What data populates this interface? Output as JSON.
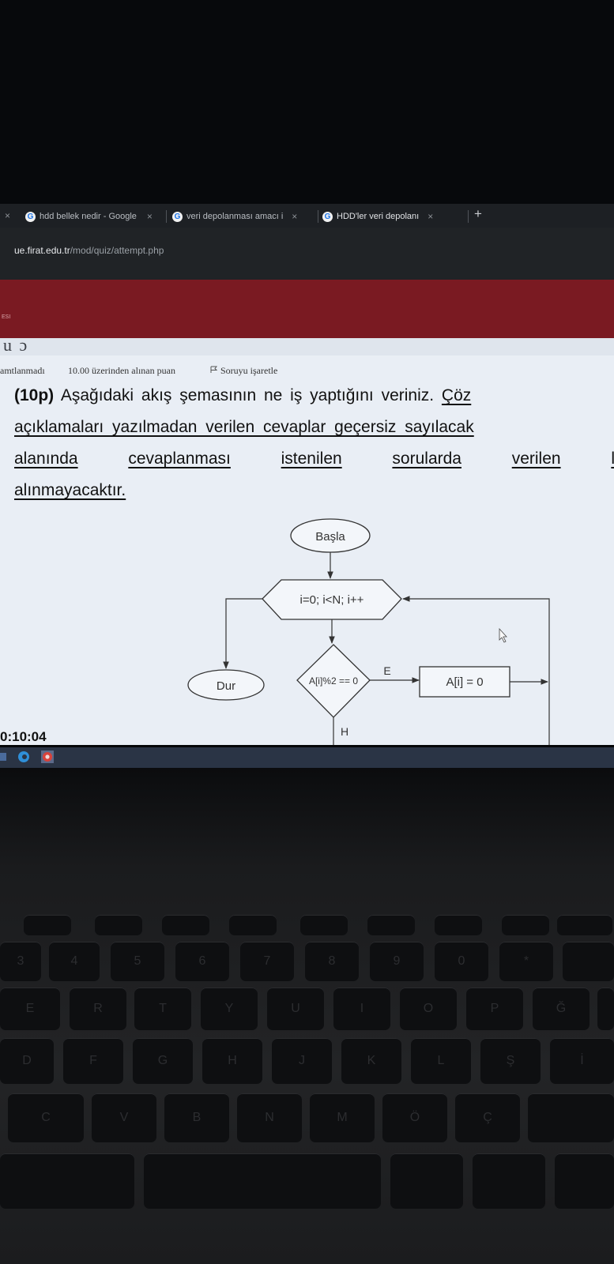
{
  "browser": {
    "tabs": [
      {
        "label": "hdd bellek nedir - Google"
      },
      {
        "label": "veri depolanması amacı i"
      },
      {
        "label": "HDD'ler veri depolanı"
      }
    ],
    "new_tab": "+",
    "close_glyph": "×",
    "url_host": "ue.firat.edu.tr",
    "url_path": "/mod/quiz/attempt.php"
  },
  "banner": {
    "label": "ESI"
  },
  "question_meta": {
    "partial_heading": "u ɔ",
    "status": "amtlanmadı",
    "points": "10.00 üzerinden alınan puan",
    "flag_label": "Soruyu işaretle"
  },
  "question": {
    "line1_bold": "(10p)",
    "line1_text": " Aşağıdaki akış şemasının ne iş yaptığını veriniz. ",
    "line1_underline": "Çöz",
    "line2": "açıklamaları yazılmadan verilen cevaplar geçersiz sayılacak",
    "line3_words": [
      "alanında",
      "cevaplanması",
      "istenilen",
      "sorularda",
      "verilen",
      "l"
    ],
    "line4": "alınmayacaktır."
  },
  "flowchart": {
    "start": "Başla",
    "loop": "i=0; i<N; i++",
    "decision": "A[i]%2 == 0",
    "yes_label": "E",
    "no_label": "H",
    "action": "A[i] = 0",
    "stop": "Dur"
  },
  "timer": "0:10:04",
  "keyboard": {
    "row1": [
      "3",
      "4",
      "5",
      "6",
      "7",
      "8",
      "9",
      "0",
      "*"
    ],
    "row2": [
      "E",
      "R",
      "T",
      "Y",
      "U",
      "I",
      "O",
      "P",
      "Ğ"
    ],
    "row3": [
      "D",
      "F",
      "G",
      "H",
      "J",
      "K",
      "L",
      "Ş",
      "İ"
    ],
    "row4": [
      "C",
      "V",
      "B",
      "N",
      "M",
      "Ö",
      "Ç"
    ]
  }
}
